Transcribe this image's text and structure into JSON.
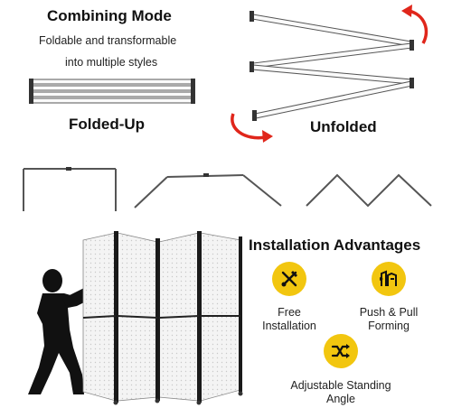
{
  "combining": {
    "title": "Combining Mode",
    "subtitle_line1": "Foldable and transformable",
    "subtitle_line2": "into multiple styles",
    "folded_label": "Folded-Up",
    "unfolded_label": "Unfolded"
  },
  "advantages": {
    "title": "Installation Advantages",
    "items": [
      {
        "line1": "Free",
        "line2": "Installation",
        "icon": "tools-icon"
      },
      {
        "line1": "Push & Pull",
        "line2": "Forming",
        "icon": "push-pull-icon"
      },
      {
        "line1": "Adjustable Standing",
        "line2": "Angle",
        "icon": "shuffle-icon"
      }
    ]
  },
  "colors": {
    "accent_yellow": "#f2c60f",
    "arrow_red": "#e0261b",
    "text": "#111111"
  }
}
